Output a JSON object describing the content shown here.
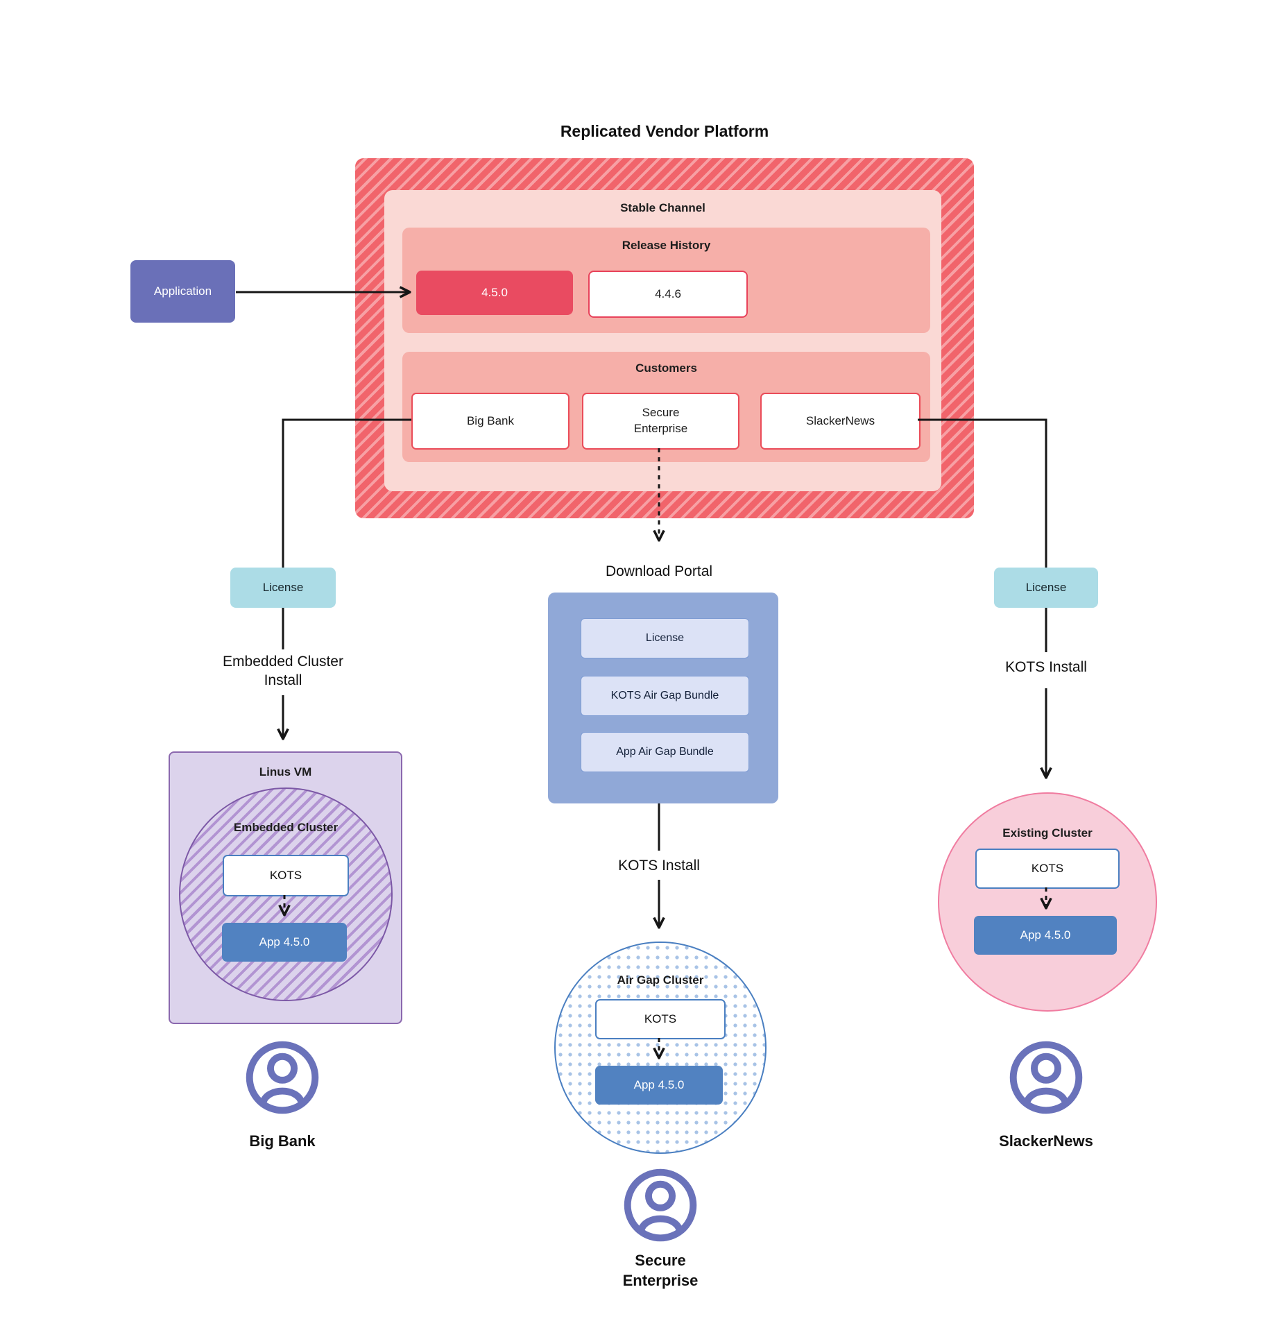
{
  "title": "Replicated Vendor Platform",
  "colors": {
    "channel_hatch_red": "#F1646B",
    "channel_hatch_stripe": "#F7A0A4",
    "stable_bg": "#FAD9D5",
    "section_bg": "#F6AFA9",
    "release_current_bg": "#E94B61",
    "release_border": "#E8425A",
    "customer_border": "#EA4C59",
    "application_bg": "#6A70B8",
    "license_bg": "#ACDCE6",
    "portal_bg": "#90A8D7",
    "portal_item_bg": "#DCE2F6",
    "kots_border": "#4A7FC1",
    "app_box_bg": "#5182C1",
    "vm_bg": "#DCD3EC",
    "vm_border": "#8B68AE",
    "existing_cluster_bg": "#F8CEDA",
    "existing_cluster_border": "#F07CA0",
    "actor_icon": "#6A72BA",
    "connector": "#161616"
  },
  "platform": {
    "label": "Stable Channel",
    "release_history": {
      "label": "Release History",
      "releases": [
        {
          "version": "4.5.0",
          "state": "current"
        },
        {
          "version": "4.4.6",
          "state": "previous"
        }
      ]
    },
    "customers": {
      "label": "Customers",
      "items": [
        {
          "name": "Big Bank"
        },
        {
          "name": "Secure Enterprise"
        },
        {
          "name": "SlackerNews"
        }
      ]
    }
  },
  "application": {
    "label": "Application"
  },
  "left_path": {
    "license_label": "License",
    "install_label_line1": "Embedded Cluster",
    "install_label_line2": "Install",
    "vm_label": "Linus VM",
    "cluster_label": "Embedded Cluster",
    "kots_label": "KOTS",
    "app_label": "App 4.5.0",
    "actor_label": "Big Bank"
  },
  "middle_path": {
    "portal_label": "Download Portal",
    "portal_items": [
      {
        "label": "License"
      },
      {
        "label": "KOTS Air Gap Bundle"
      },
      {
        "label": "App Air Gap Bundle"
      }
    ],
    "install_label": "KOTS Install",
    "cluster_label": "Air Gap Cluster",
    "kots_label": "KOTS",
    "app_label": "App 4.5.0",
    "actor_label_line1": "Secure",
    "actor_label_line2": "Enterprise"
  },
  "right_path": {
    "license_label": "License",
    "install_label": "KOTS Install",
    "cluster_label": "Existing Cluster",
    "kots_label": "KOTS",
    "app_label": "App 4.5.0",
    "actor_label": "SlackerNews"
  },
  "icons": {
    "actor": "person-circle-icon"
  }
}
